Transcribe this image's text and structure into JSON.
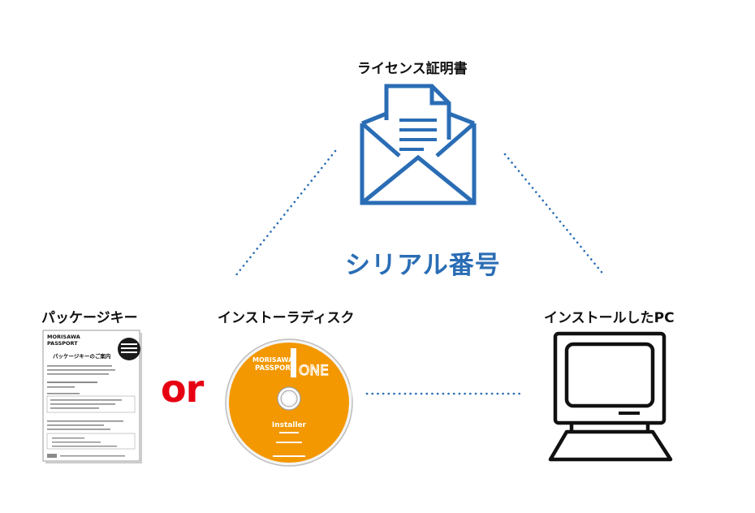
{
  "title_license": "ライセンス証明書",
  "serial_label": "シリアル番号",
  "package_key_label": "パッケージキー",
  "install_disk_label": "インストーラディスク",
  "installed_pc_label": "インストールしたPC",
  "or_text": "or",
  "package_doc": {
    "brand_line1": "MORISAWA",
    "brand_line2": "PASSPORT",
    "heading": "パッケージキーのご案内"
  },
  "disc": {
    "brand_line1": "MORISAWA",
    "brand_line2": "PASSPORT",
    "product": "ONE",
    "installer": "Installer"
  },
  "colors": {
    "blue": "#2a6db5",
    "red": "#e60012",
    "orange": "#f39800",
    "dots": "#2a6db5"
  },
  "icons": {
    "license": "envelope-letter-icon",
    "pc": "computer-icon",
    "disc": "cd-disc-icon",
    "document": "document-icon"
  }
}
